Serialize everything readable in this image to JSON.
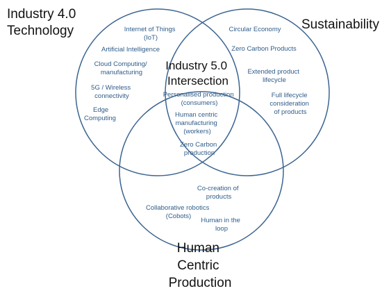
{
  "colors": {
    "circle_stroke": "#3B6491",
    "item_text": "#2F5C8A",
    "heading_text": "#111111"
  },
  "sets": {
    "technology": {
      "title_lines": [
        "Industry 4.0",
        "Technology"
      ],
      "items": [
        [
          "Internet of Things",
          "(IoT)"
        ],
        [
          "Artificial Intelligence"
        ],
        [
          "Cloud Computing/",
          "manufacturing"
        ],
        [
          "5G / Wireless",
          "connectivity"
        ],
        [
          "Edge",
          "Computing"
        ]
      ]
    },
    "sustainability": {
      "title_lines": [
        "Sustainability"
      ],
      "items": [
        [
          "Circular Economy"
        ],
        [
          "Zero Carbon Products"
        ],
        [
          "Extended product",
          "lifecycle"
        ],
        [
          "Full lifecycle",
          "consideration",
          "of products"
        ]
      ]
    },
    "human": {
      "title_lines": [
        "Human",
        "Centric",
        "Production"
      ],
      "items": [
        [
          "Co-creation of",
          "products"
        ],
        [
          "Collaborative robotics",
          "(Cobots)"
        ],
        [
          "Human in the",
          "loop"
        ]
      ]
    }
  },
  "intersection": {
    "title_lines": [
      "Industry 5.0",
      "Intersection"
    ],
    "items": [
      [
        "Personalised production",
        "(consumers)"
      ],
      [
        "Human centric",
        "manufacturing",
        "(workers)"
      ],
      [
        "Zero Carbon",
        "production"
      ]
    ]
  }
}
